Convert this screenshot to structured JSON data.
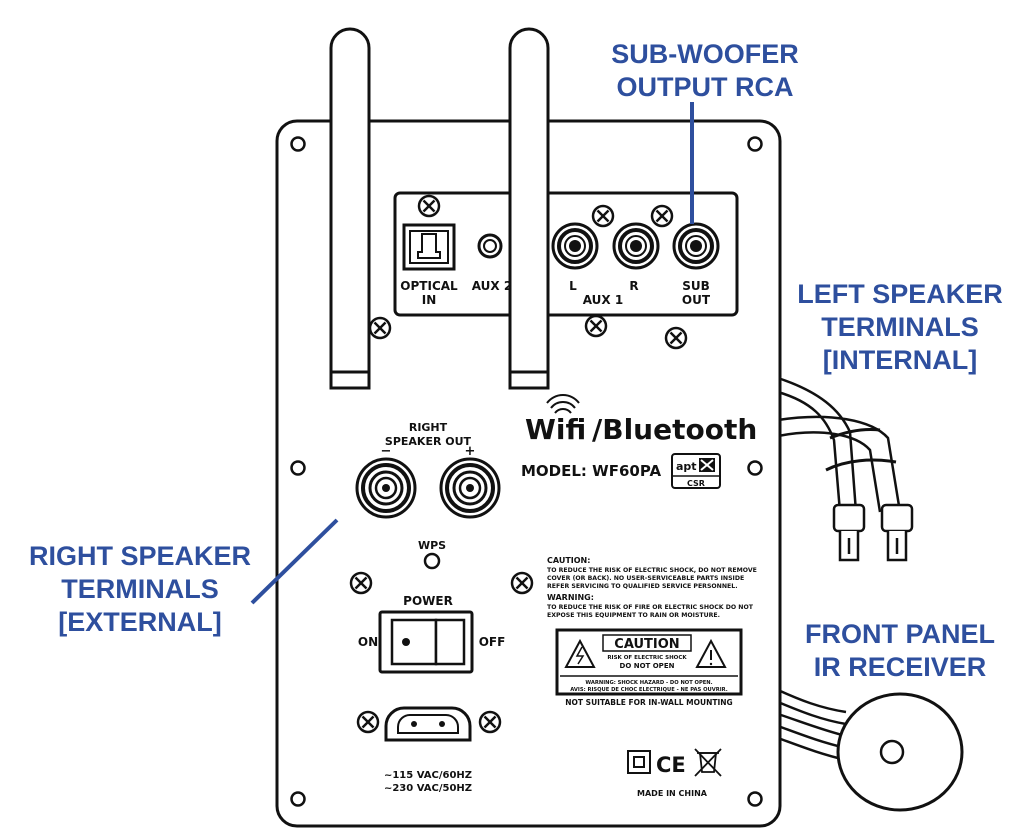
{
  "callouts": {
    "subwoofer": {
      "line1": "SUB-WOOFER",
      "line2": "OUTPUT RCA"
    },
    "left_speaker": {
      "line1": "LEFT SPEAKER",
      "line2": "TERMINALS",
      "line3": "[INTERNAL]"
    },
    "right_speaker": {
      "line1": "RIGHT SPEAKER",
      "line2": "TERMINALS",
      "line3": "[EXTERNAL]"
    },
    "ir_receiver": {
      "line1": "FRONT PANEL",
      "line2": "IR RECEIVER"
    }
  },
  "panel": {
    "optical_line1": "OPTICAL",
    "optical_line2": "IN",
    "aux2": "AUX 2",
    "aux1_l": "L",
    "aux1_r": "R",
    "aux1": "AUX 1",
    "sub_line1": "SUB",
    "sub_line2": "OUT",
    "brand_wifi": "Wifi",
    "brand_bt": "/Bluetooth",
    "model": "MODEL: WF60PA",
    "aptx": "apt",
    "aptx_sub": "CSR",
    "right_spk_line1": "RIGHT",
    "right_spk_line2": "SPEAKER OUT",
    "minus": "−",
    "plus": "+",
    "wps": "WPS",
    "power": "POWER",
    "on": "ON",
    "off": "OFF",
    "voltage_line1": "~115 VAC/60HZ",
    "voltage_line2": "~230 VAC/50HZ",
    "caution_title": "CAUTION:",
    "caution_text1": "TO REDUCE THE RISK OF ELECTRIC SHOCK, DO NOT REMOVE",
    "caution_text2": "COVER (OR BACK). NO USER-SERVICEABLE PARTS INSIDE",
    "caution_text3": "REFER SERVICING TO QUALIFIED SERVICE PERSONNEL.",
    "warning_title": "WARNING:",
    "warning_text1": "TO REDUCE THE RISK OF FIRE OR ELECTRIC SHOCK DO NOT",
    "warning_text2": "EXPOSE THIS EQUIPMENT TO RAIN OR MOISTURE.",
    "caution_box_title": "CAUTION",
    "caution_box_sub1": "RISK OF ELECTRIC SHOCK",
    "caution_box_sub2": "DO NOT OPEN",
    "warn_small1": "WARNING: SHOCK HAZARD - DO NOT OPEN.",
    "warn_small2": "AVIS: RISQUE DE CHOC ELECTRIQUE - NE PAS OUVRIR.",
    "not_suitable": "NOT SUITABLE FOR IN-WALL MOUNTING",
    "ce": "CE",
    "made_in": "MADE IN CHINA"
  },
  "colors": {
    "callout": "#2e4f9e",
    "line": "#111111",
    "panel_fill": "#ffffff"
  }
}
